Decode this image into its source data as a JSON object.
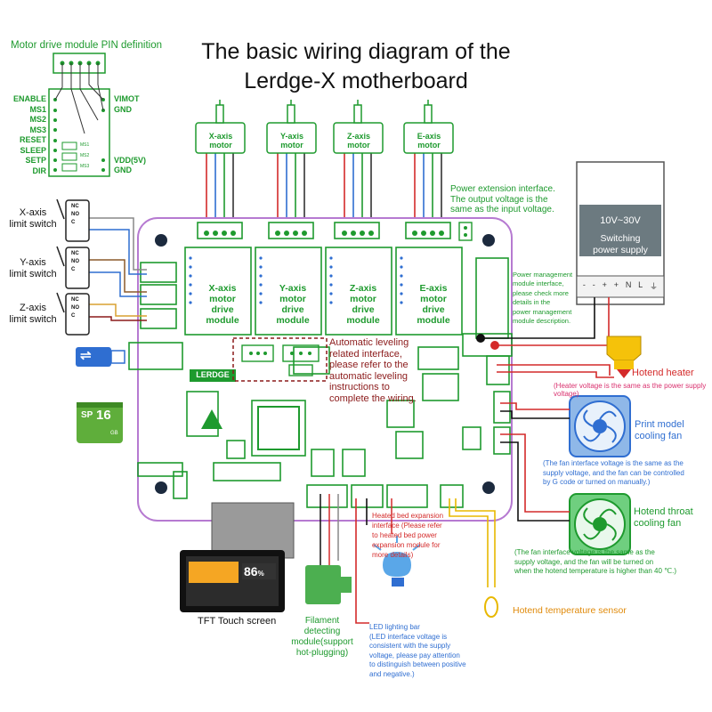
{
  "title": {
    "line1": "The basic wiring diagram of the",
    "line2": "Lerdge-X motherboard"
  },
  "pin_module": {
    "heading": "Motor drive module PIN definition",
    "left_pins": [
      "ENABLE",
      "MS1",
      "MS2",
      "MS3",
      "RESET",
      "SLEEP",
      "SETP",
      "DIR"
    ],
    "right_pins": [
      "VIMOT",
      "GND",
      "VDD(5V)",
      "GND"
    ],
    "jumpers": [
      "MS1",
      "MS2",
      "MS3"
    ]
  },
  "motors": [
    "X-axis motor",
    "Y-axis motor",
    "Z-axis motor",
    "E-axis motor"
  ],
  "drive_modules": [
    [
      "X-axis",
      "motor",
      "drive",
      "module"
    ],
    [
      "Y-axis",
      "motor",
      "drive",
      "module"
    ],
    [
      "Z-axis",
      "motor",
      "drive",
      "module"
    ],
    [
      "E-axis",
      "motor",
      "drive",
      "module"
    ]
  ],
  "limit_switches": [
    {
      "line1": "X-axis",
      "line2": "limit switch"
    },
    {
      "line1": "Y-axis",
      "line2": "limit switch"
    },
    {
      "line1": "Z-axis",
      "line2": "limit switch"
    }
  ],
  "switch_pins": [
    "C",
    "NO",
    "NC"
  ],
  "power_extension": {
    "line1": "Power extension interface.",
    "line2": "The output voltage is the",
    "line3": "same as the input voltage."
  },
  "power_supply": {
    "voltage": "10V~30V",
    "line1": "Switching",
    "line2": "power supply",
    "terminals": [
      "-",
      "-",
      "+",
      "+",
      "N",
      "L",
      "⏚"
    ]
  },
  "power_management": {
    "line1": "Power management",
    "line2": "module interface,",
    "line3": "please check more",
    "line4": "details in the",
    "line5": "power management",
    "line6": "module description."
  },
  "auto_leveling": {
    "line1": "Automatic leveling",
    "line2": "related interface,",
    "line3": "please refer to the",
    "line4": "automatic leveling",
    "line5": "instructions to",
    "line6": "complete the wiring."
  },
  "board_brand": "LERDGE",
  "sd_card": {
    "brand": "SP",
    "size": "16",
    "unit": "GB"
  },
  "hotend_heater": {
    "label": "Hotend heater",
    "note": "(Heater voltage is the same as the power supply voltage)"
  },
  "print_fan": {
    "line1": "Print model",
    "line2": "cooling fan",
    "note1": "(The fan interface voltage is the same as the",
    "note2": "supply voltage, and the fan can be controlled",
    "note3": "by G code or turned on manually.)"
  },
  "throat_fan": {
    "line1": "Hotend throat",
    "line2": "cooling fan",
    "note1": "(The fan interface voltage is the same as the",
    "note2": "supply voltage, and the fan will be turned on",
    "note3": "when the hotend temperature is higher than 40 ℃.)"
  },
  "temp_sensor": "Hotend temperature sensor",
  "heated_bed": {
    "line1": "Heated bed expansion",
    "line2": "interface (Please refer",
    "line3": "to heated bed power",
    "line4": "expansion module for",
    "line5": "more details)"
  },
  "tft": {
    "label": "TFT Touch screen",
    "percent": "86",
    "percent_unit": "%"
  },
  "filament": {
    "line1": "Filament detecting",
    "line2": "module(support",
    "line3": "hot-plugging)"
  },
  "led": {
    "line1": "LED lighting bar",
    "line2": "(LED interface voltage is",
    "line3": "consistent with the supply",
    "line4": "voltage, please pay attention",
    "line5": "to distinguish between positive",
    "line6": "and negative.)"
  },
  "colors": {
    "green": "#1e9a2e",
    "red": "#d42a2a",
    "blue": "#2f6ed1",
    "orange": "#e08a0a",
    "maroon": "#8b1a1a"
  }
}
